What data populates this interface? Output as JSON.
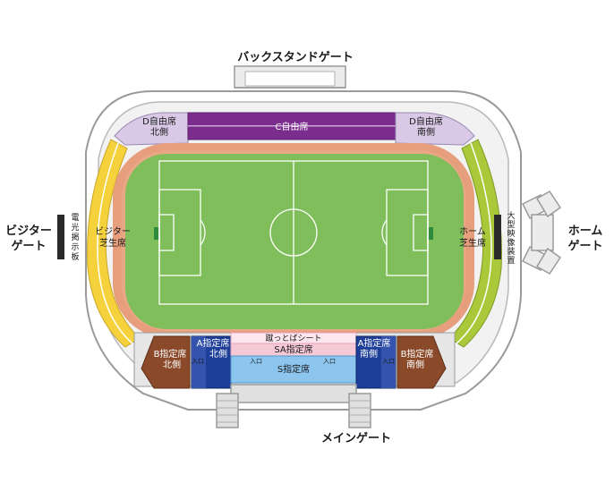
{
  "gates": {
    "back": "バックスタンドゲート",
    "visitor_line1": "ビジター",
    "visitor_line2": "ゲート",
    "home_line1": "ホーム",
    "home_line2": "ゲート",
    "main": "メインゲート"
  },
  "boards": {
    "scoreboard_chars": [
      "電",
      "光",
      "掲",
      "示",
      "板"
    ],
    "video_chars": [
      "大",
      "型",
      "映",
      "像",
      "装",
      "置"
    ]
  },
  "seats": {
    "d_north_line1": "D自由席",
    "d_north_line2": "北側",
    "c_free": "C自由席",
    "d_south_line1": "D自由席",
    "d_south_line2": "南側",
    "visitor_lawn_line1": "ビジター",
    "visitor_lawn_line2": "芝生席",
    "home_lawn_line1": "ホーム",
    "home_lawn_line2": "芝生席",
    "kettobashi": "蹴っとばシート",
    "sa": "SA指定席",
    "s": "S指定席",
    "a_north_line1": "A指定席",
    "a_north_line2": "北側",
    "a_south_line1": "A指定席",
    "a_south_line2": "南側",
    "b_north_line1": "B指定席",
    "b_north_line2": "北側",
    "b_south_line1": "B指定席",
    "b_south_line2": "南側",
    "entrance": "入口"
  },
  "colors": {
    "c_free": "#7b2d8e",
    "d_free": "#d9c9e6",
    "visitor_lawn": "#f5d23c",
    "home_lawn": "#a9c93a",
    "a_reserved": "#1e3f98",
    "b_reserved": "#8a4a2a",
    "s_reserved": "#8cc6ef",
    "sa_reserved": "#f6c9d6",
    "kettobashi": "#fde6ee",
    "pitch": "#7fbe5a",
    "track": "#e79e7c"
  }
}
